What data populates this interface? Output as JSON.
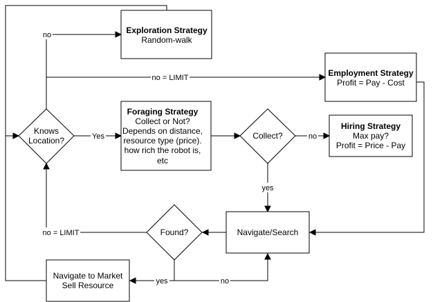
{
  "nodes": {
    "exploration": {
      "title": "Exploration Strategy",
      "lines": [
        "Random-walk"
      ]
    },
    "employment": {
      "title": "Employment Strategy",
      "lines": [
        "Profit = Pay - Cost"
      ]
    },
    "foraging": {
      "title": "Foraging Strategy",
      "lines": [
        "Collect or Not?",
        "Depends on distance,",
        "resource type (price).",
        "how rich the robot is,",
        "etc"
      ]
    },
    "hiring": {
      "title": "Hiring Strategy",
      "lines": [
        "Max pay?",
        "Profit = Price - Pay"
      ]
    },
    "knows_location": {
      "title": "",
      "lines": [
        "Knows",
        "Location?"
      ]
    },
    "collect": {
      "title": "",
      "lines": [
        "Collect?"
      ]
    },
    "found": {
      "title": "",
      "lines": [
        "Found?"
      ]
    },
    "navigate_search": {
      "title": "",
      "lines": [
        "Navigate/Search"
      ]
    },
    "navigate_market": {
      "title": "",
      "lines": [
        "Navigate to Market",
        "Sell Resource"
      ]
    }
  },
  "edge_labels": {
    "knows_no_explore": "no",
    "knows_no_limit_employ": "no = LIMIT",
    "knows_yes": "Yes",
    "collect_no": "no",
    "collect_yes": "yes",
    "found_no_limit": "no = LIMIT",
    "found_yes": "yes",
    "found_no": "no"
  }
}
